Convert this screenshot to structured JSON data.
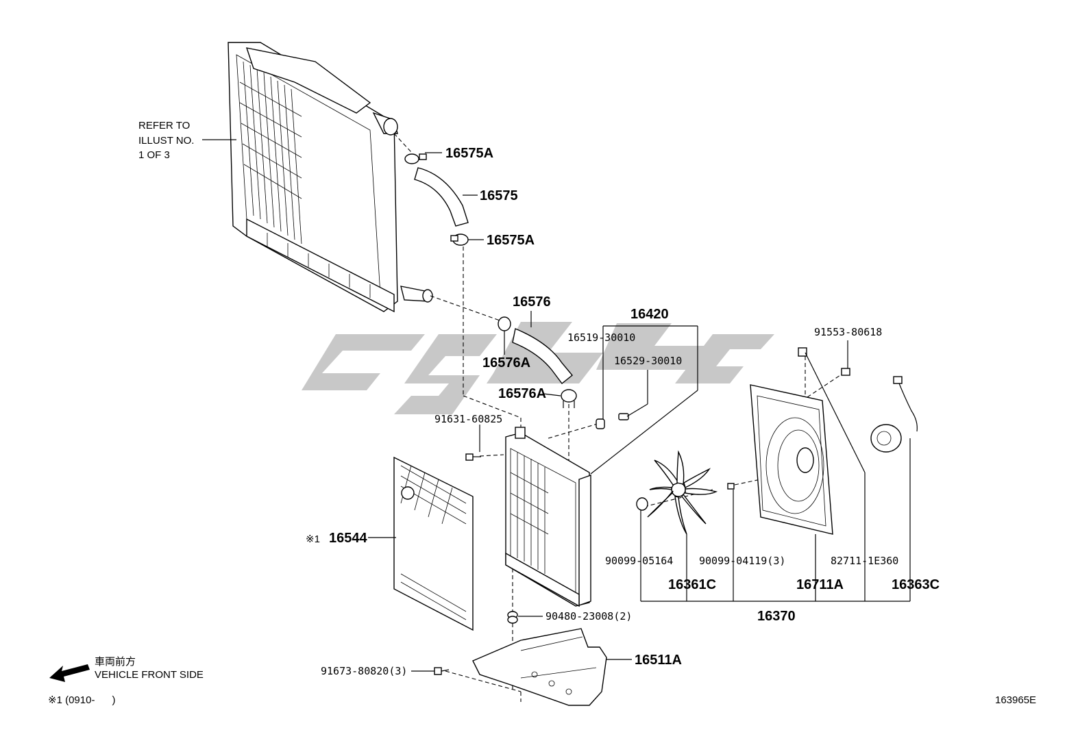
{
  "watermark": "GSC",
  "refer_note": [
    "REFER TO",
    "ILLUST NO.",
    "1 OF 3"
  ],
  "callouts": {
    "c16575A_top": "16575A",
    "c16575": "16575",
    "c16575A_bot": "16575A",
    "c16576": "16576",
    "c16576A_l": "16576A",
    "c16576A_r": "16576A",
    "c16420": "16420",
    "c16519": "16519-30010",
    "c16529": "16529-30010",
    "c91631": "91631-60825",
    "c16544_mark": "※1",
    "c16544": "16544",
    "c90480": "90480-23008(2)",
    "c91673": "91673-80820(3)",
    "c16511A": "16511A",
    "c91553": "91553-80618",
    "c90099_05": "90099-05164",
    "c90099_04": "90099-04119(3)",
    "c82711": "82711-1E360",
    "c16361C": "16361C",
    "c16711A": "16711A",
    "c16363C": "16363C",
    "c16370": "16370"
  },
  "direction": {
    "jp": "車両前方",
    "en": "VEHICLE FRONT SIDE"
  },
  "footnote": "※1 (0910-      )",
  "illustration_id": "163965E"
}
